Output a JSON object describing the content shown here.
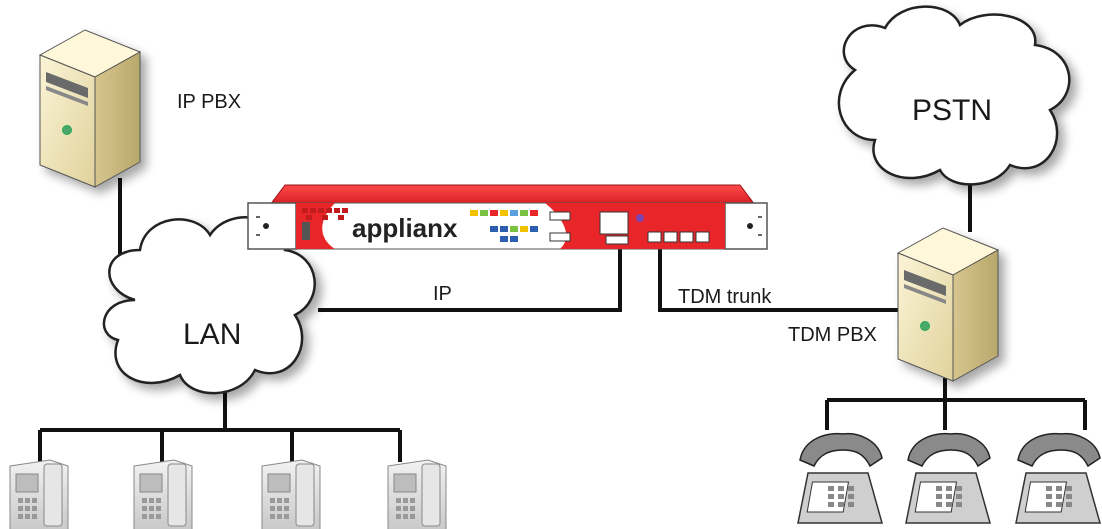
{
  "labels": {
    "ip_pbx": "IP PBX",
    "pstn": "PSTN",
    "lan": "LAN",
    "ip_link": "IP",
    "tdm_trunk": "TDM trunk",
    "tdm_pbx": "TDM PBX"
  },
  "appliance": {
    "brand": "applianx",
    "body_color": "#e8262a"
  },
  "counts": {
    "ip_phones": 4,
    "analog_phones": 3
  }
}
